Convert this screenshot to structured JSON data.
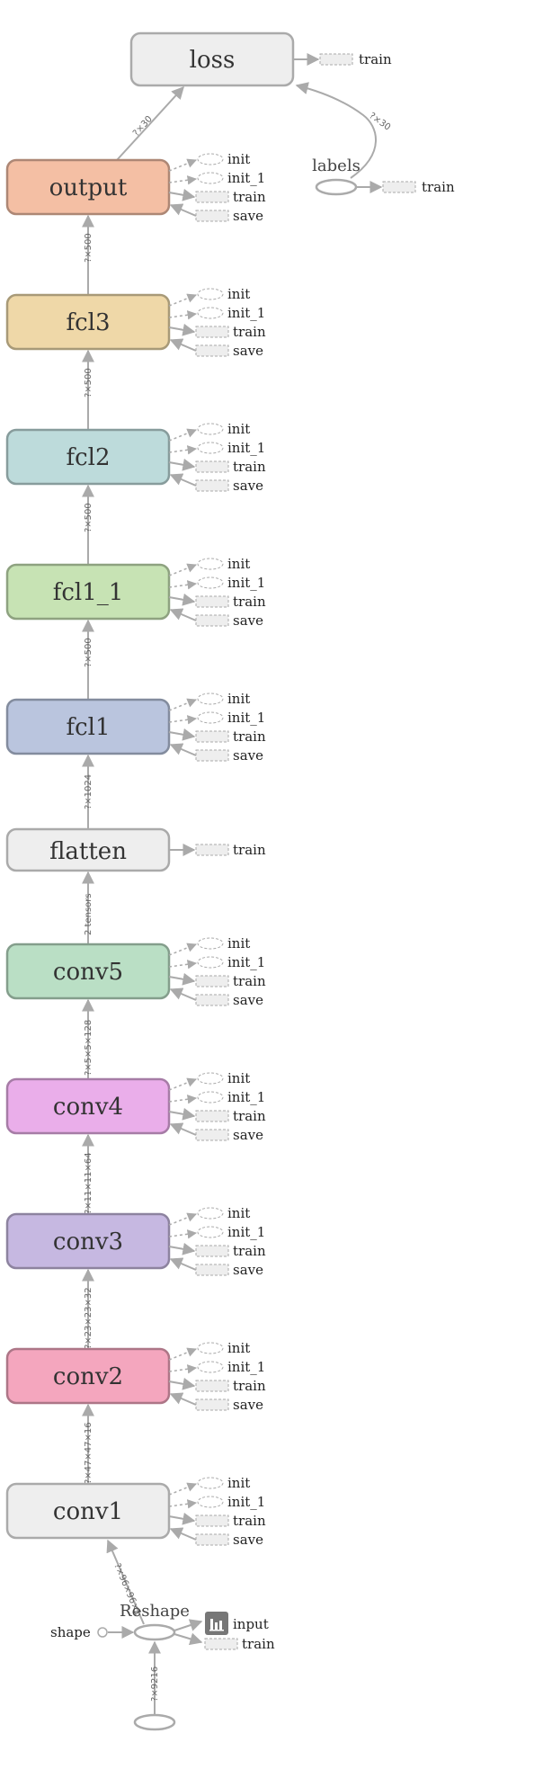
{
  "nodes": {
    "loss": {
      "label": "loss",
      "color": "#eeeeee",
      "border": "#aaaaaa",
      "aux": [
        "train"
      ]
    },
    "labels": {
      "label": "labels",
      "aux": [
        "train"
      ]
    },
    "output": {
      "label": "output",
      "color": "#f4bfa4",
      "border": "#ad8775",
      "aux": [
        "init",
        "init_1",
        "train",
        "save"
      ]
    },
    "fcl3": {
      "label": "fcl3",
      "color": "#efd8a8",
      "border": "#a89a78",
      "aux": [
        "init",
        "init_1",
        "train",
        "save"
      ]
    },
    "fcl2": {
      "label": "fcl2",
      "color": "#bddbdb",
      "border": "#879c9c",
      "aux": [
        "init",
        "init_1",
        "train",
        "save"
      ]
    },
    "fcl1_1": {
      "label": "fcl1_1",
      "color": "#c7e3b4",
      "border": "#8ea280",
      "aux": [
        "init",
        "init_1",
        "train",
        "save"
      ]
    },
    "fcl1": {
      "label": "fcl1",
      "color": "#bac5de",
      "border": "#838c9e",
      "aux": [
        "init",
        "init_1",
        "train",
        "save"
      ]
    },
    "flatten": {
      "label": "flatten",
      "color": "#eeeeee",
      "border": "#aaaaaa",
      "aux": [
        "train"
      ]
    },
    "conv5": {
      "label": "conv5",
      "color": "#badfc5",
      "border": "#849e8c",
      "aux": [
        "init",
        "init_1",
        "train",
        "save"
      ]
    },
    "conv4": {
      "label": "conv4",
      "color": "#eaaeea",
      "border": "#a67ca6",
      "aux": [
        "init",
        "init_1",
        "train",
        "save"
      ]
    },
    "conv3": {
      "label": "conv3",
      "color": "#c6b8e1",
      "border": "#8d839f",
      "aux": [
        "init",
        "init_1",
        "train",
        "save"
      ]
    },
    "conv2": {
      "label": "conv2",
      "color": "#f4a6be",
      "border": "#ad7687",
      "aux": [
        "init",
        "init_1",
        "train",
        "save"
      ]
    },
    "conv1": {
      "label": "conv1",
      "color": "#eeeeee",
      "border": "#aaaaaa",
      "aux": [
        "init",
        "init_1",
        "train",
        "save"
      ]
    },
    "reshape": {
      "label": "Reshape",
      "aux": [
        "input",
        "train"
      ]
    },
    "shape": {
      "label": "shape"
    }
  },
  "edges": {
    "output_loss": "?×30",
    "labels_loss": "?×30",
    "fcl3_output": "?×500",
    "fcl2_fcl3": "?×500",
    "fcl1_1_fcl2": "?×500",
    "fcl1_fcl1_1": "?×500",
    "flatten_fcl1": "?×1024",
    "conv5_flatten": "2 tensors",
    "conv4_conv5": "?×5×5×128",
    "conv3_conv4": "?×11×11×64",
    "conv2_conv3": "?×23×23×32",
    "conv1_conv2": "?×47×47×16",
    "reshape_conv1": "?×96×96×1",
    "input_reshape": "?×9216"
  }
}
